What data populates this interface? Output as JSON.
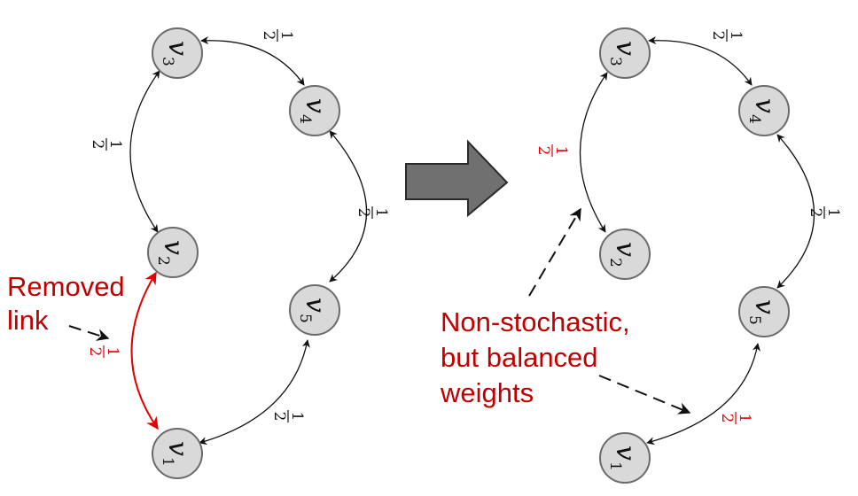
{
  "colors": {
    "node_fill": "#d9d9d9",
    "node_stroke": "#6b6b6b",
    "edge": "#111111",
    "highlight": "#e00000",
    "annotation": "#c00000",
    "arrow_fill": "#707070"
  },
  "nodes": {
    "v1": {
      "letter": "v",
      "sub": "1"
    },
    "v2": {
      "letter": "v",
      "sub": "2"
    },
    "v3": {
      "letter": "v",
      "sub": "3"
    },
    "v4": {
      "letter": "v",
      "sub": "4"
    },
    "v5": {
      "letter": "v",
      "sub": "5"
    }
  },
  "weight": {
    "num": "1",
    "den": "2"
  },
  "annotations": {
    "removed_line1": "Removed",
    "removed_line2": "link",
    "nonstoch_line1": "Non-stochastic,",
    "nonstoch_line2": "but balanced",
    "nonstoch_line3": "weights"
  }
}
